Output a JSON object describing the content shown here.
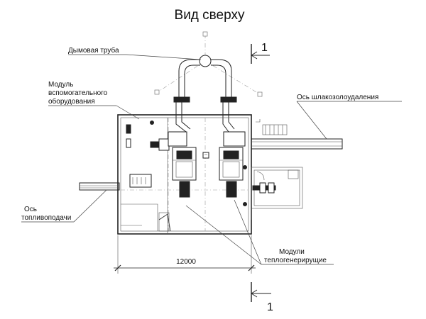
{
  "title": "Вид сверху",
  "labels": {
    "chimney": "Дымовая труба",
    "aux_module_line1": "Модуль",
    "aux_module_line2": "вспомогательного",
    "aux_module_line3": "оборудования",
    "ash_axis": "Ось шлакозолоудаления",
    "fuel_axis_line1": "Ось",
    "fuel_axis_line2": "топливоподачи",
    "heat_modules_line1": "Модули",
    "heat_modules_line2": "теплогенерирущие"
  },
  "dimension": "12000",
  "section_mark": "1"
}
